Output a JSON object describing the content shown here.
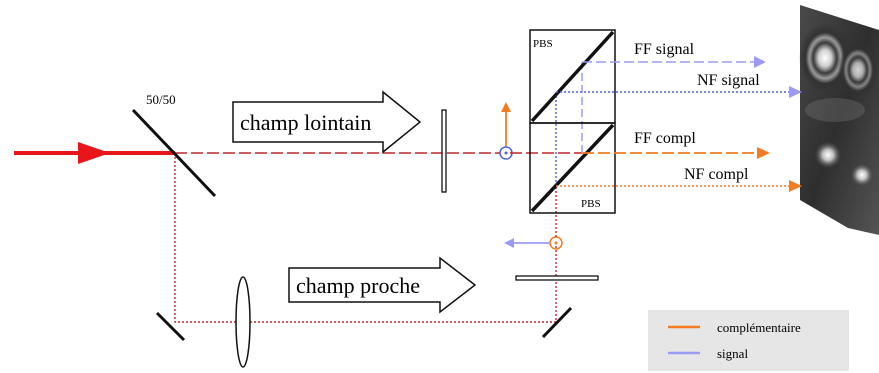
{
  "labels": {
    "splitter": "50/50",
    "far_field": "champ lointain",
    "near_field": "champ proche",
    "pbs_top": "PBS",
    "pbs_bottom": "PBS",
    "ff_signal": "FF signal",
    "nf_signal": "NF signal",
    "ff_compl": "FF compl",
    "nf_compl": "NF compl"
  },
  "legend": [
    {
      "label": "complémentaire",
      "color": "#f47b20"
    },
    {
      "label": "signal",
      "color": "#9b9bf5"
    }
  ],
  "colors": {
    "input_beam": "#e8151b",
    "red_path": "#c0272d",
    "complementary": "#f47b20",
    "signal": "#9b9bf5",
    "signal_dark": "#4f5fe0",
    "optics": "#111111",
    "legend_bg": "#e6e6e6"
  }
}
